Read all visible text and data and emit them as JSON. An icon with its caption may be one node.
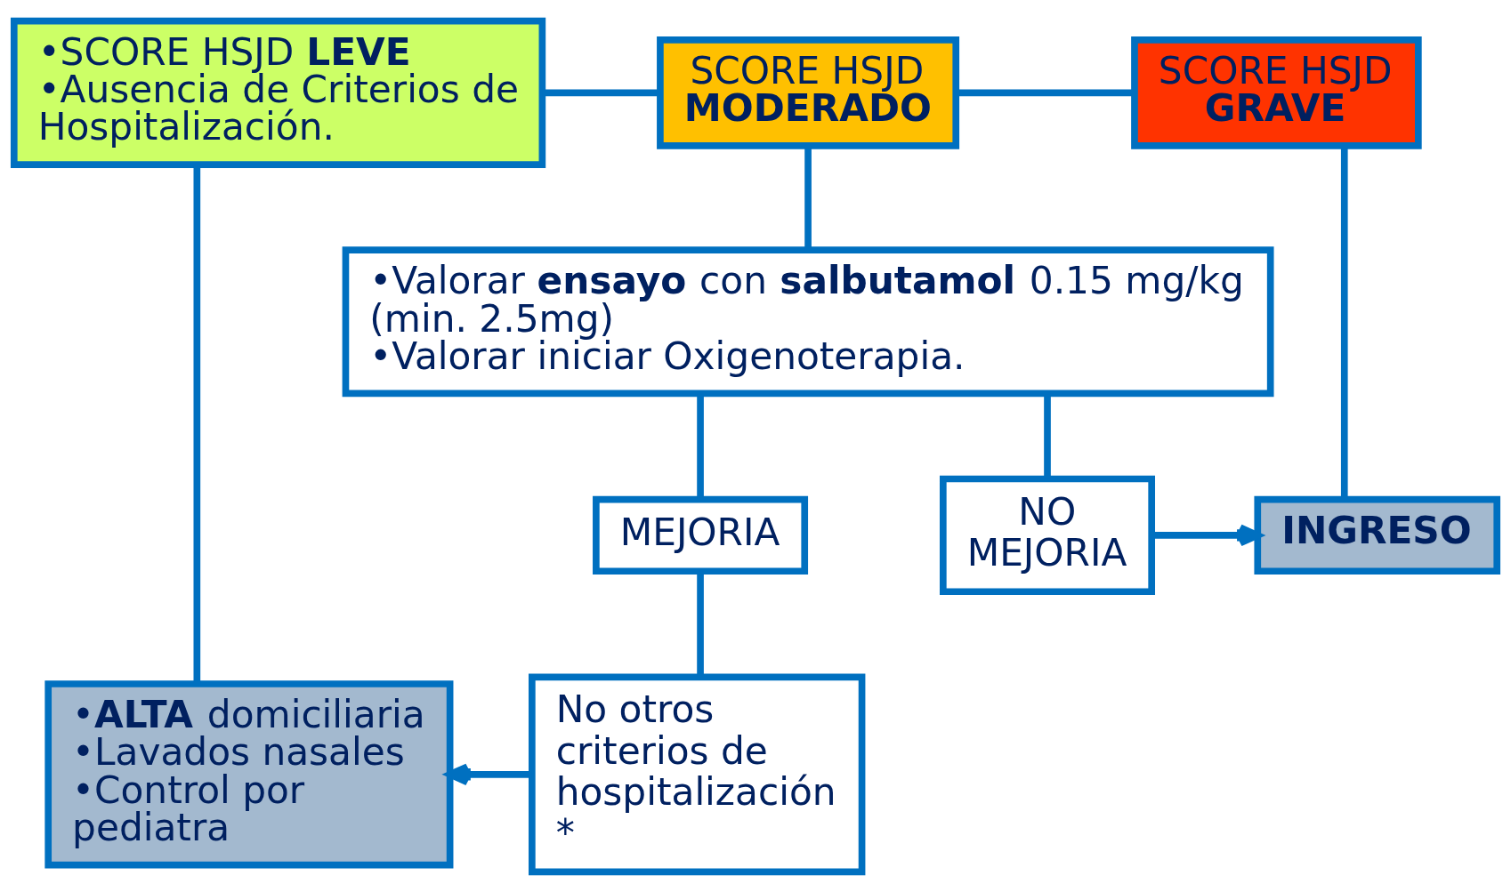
{
  "diagram": {
    "nodes": [
      {
        "text": [
          "•SCORE HSJD **LEVE**",
          "•Ausencia de Criterios de Hospitalización."
        ]
      },
      {
        "text": [
          "SCORE HSJD **MODERADO**"
        ]
      },
      {
        "text": [
          "SCORE HSJD **GRAVE**"
        ]
      },
      {
        "text": [
          "•Valorar **ensayo** con **salbutamol** 0.15 mg/kg (min. 2.5mg)",
          "•Valorar iniciar Oxigenoterapia."
        ]
      },
      {
        "text": [
          "•**ALTA** domiciliaria",
          "•Lavados nasales",
          "•Control por pediatra"
        ]
      },
      {
        "text": [
          "MEJORIA"
        ]
      },
      {
        "text": [
          "NO MEJORIA"
        ]
      },
      {
        "text": [
          "**INGRESO**"
        ]
      },
      {
        "text": [
          "No otros criterios de hospitalización *"
        ]
      }
    ],
    "edges": [
      {
        "from": 1,
        "to": 0,
        "arrow": "none"
      },
      {
        "from": 1,
        "to": 2,
        "arrow": "none"
      },
      {
        "from": 1,
        "to": 3,
        "arrow": "none"
      },
      {
        "from": 0,
        "to": 4,
        "arrow": "none"
      },
      {
        "from": 3,
        "to": 5,
        "arrow": "none"
      },
      {
        "from": 3,
        "to": 6,
        "arrow": "none"
      },
      {
        "from": 2,
        "to": 7,
        "arrow": "none"
      },
      {
        "from": 6,
        "to": 7,
        "arrow": "to"
      },
      {
        "from": 5,
        "to": 8,
        "arrow": "none"
      },
      {
        "from": 8,
        "to": 4,
        "arrow": "to"
      }
    ]
  }
}
